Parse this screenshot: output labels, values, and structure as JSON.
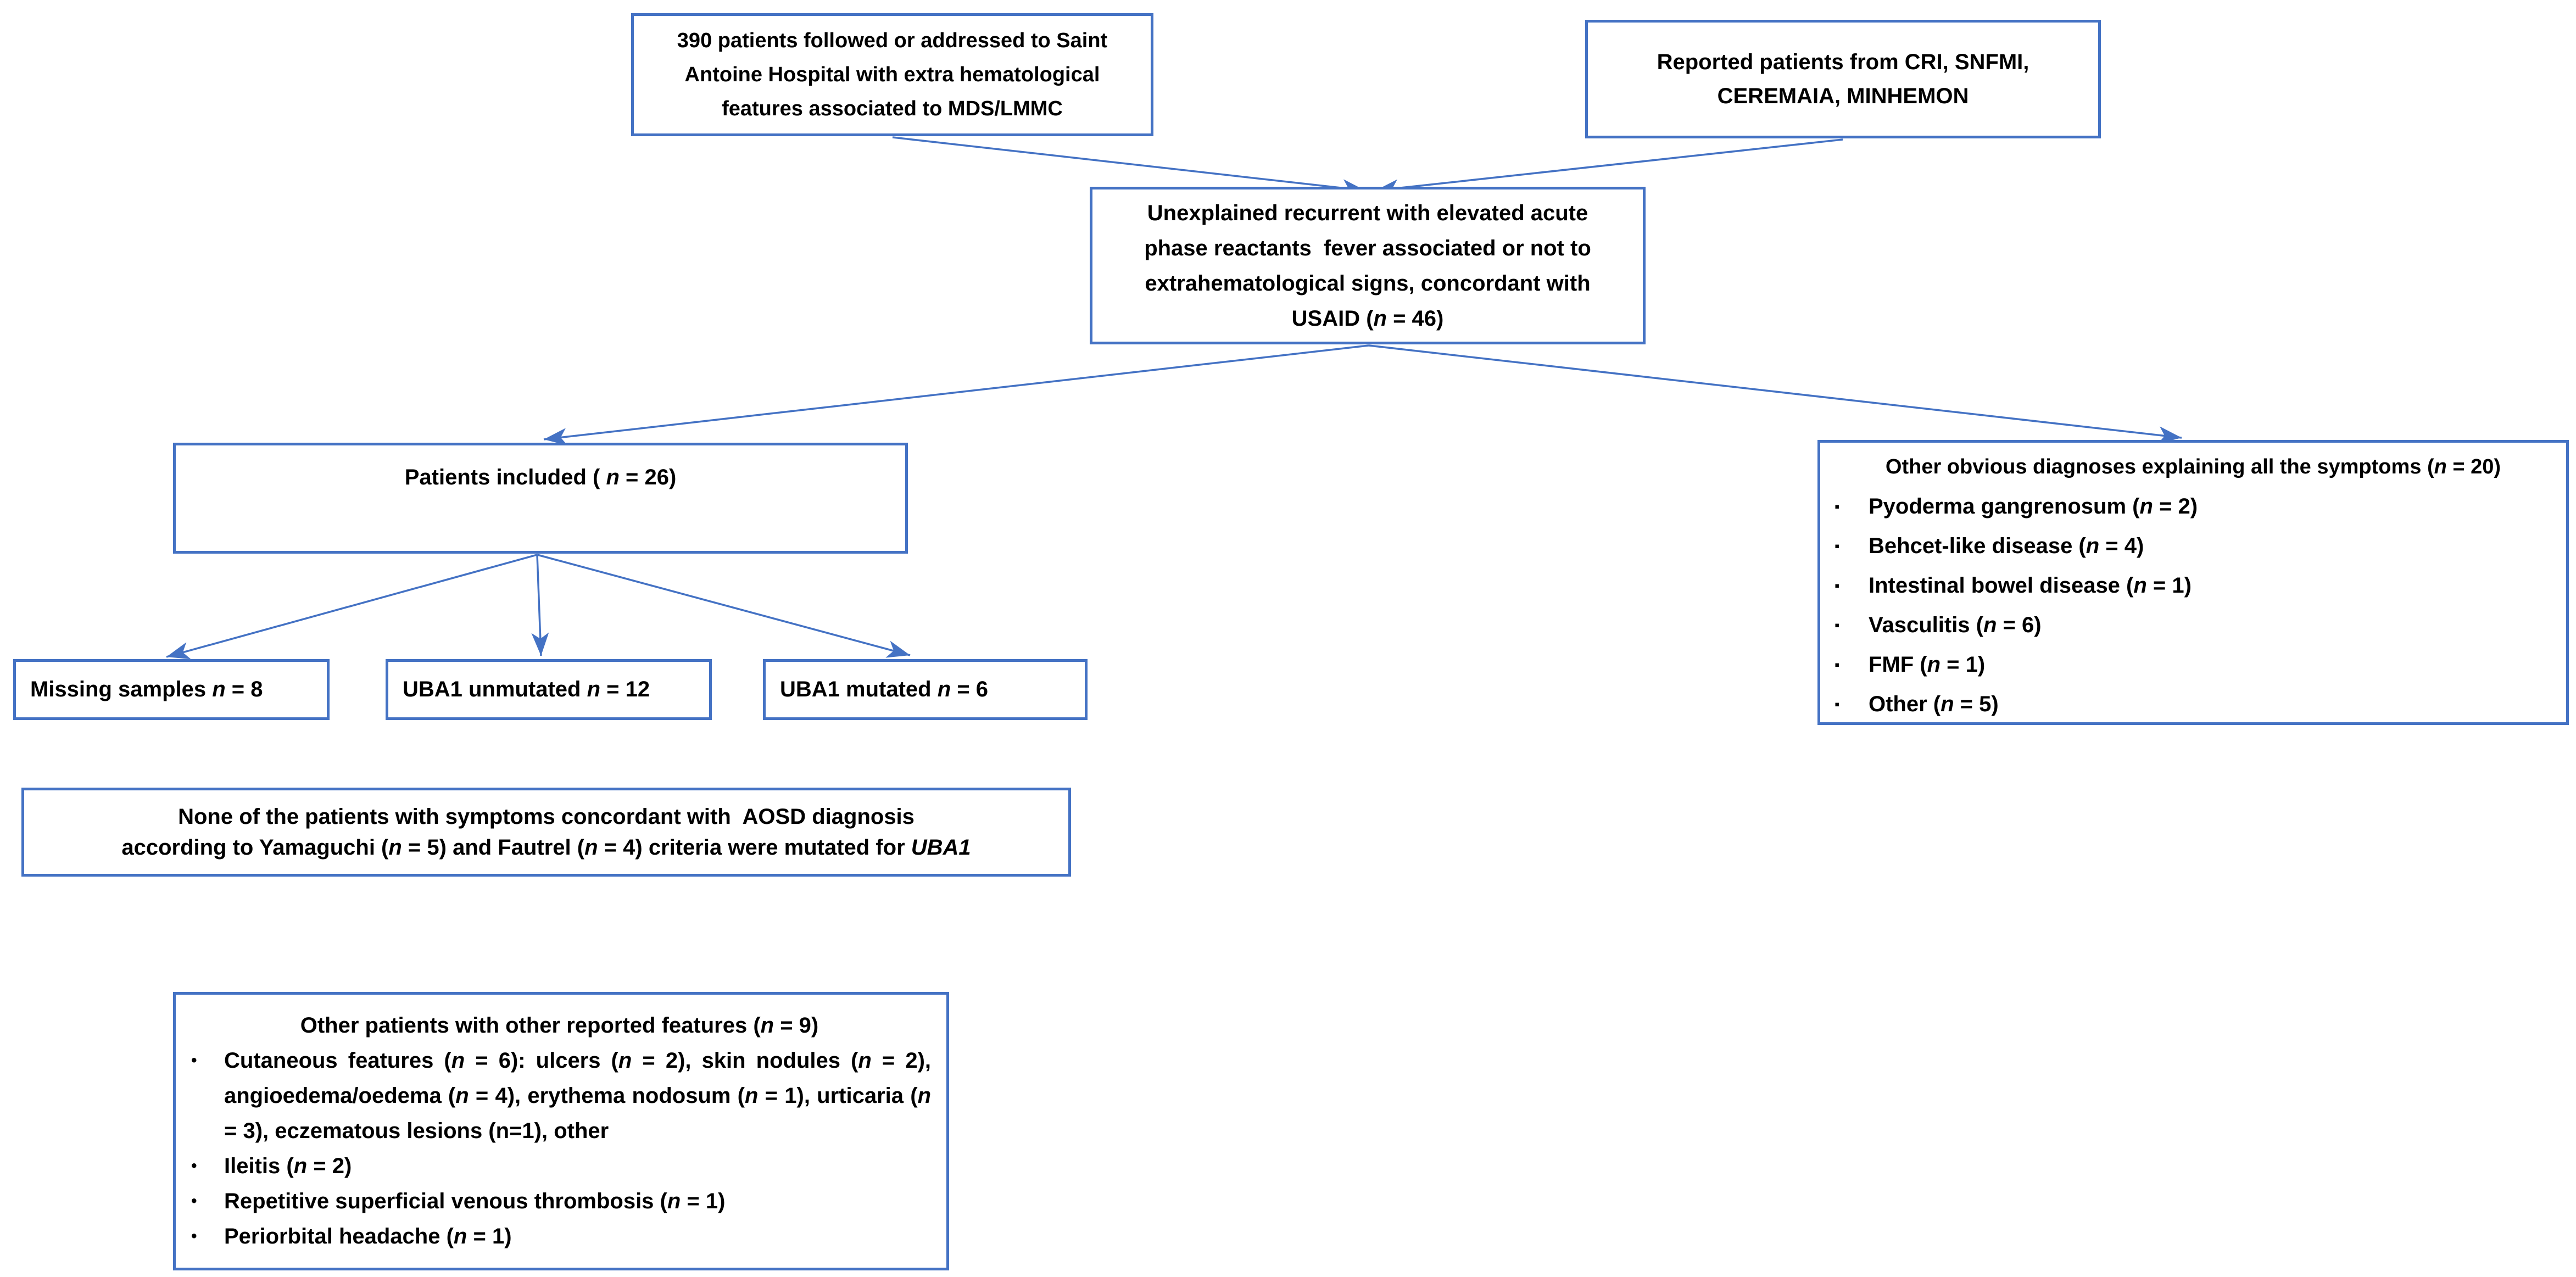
{
  "colors": {
    "accent": "#4472C4",
    "text": "#000000",
    "background": "#FFFFFF"
  },
  "bullets": {
    "square": "▪",
    "round": "•"
  },
  "boxes": {
    "hospital": {
      "lines": [
        "390 patients followed or addressed to Saint",
        "Antoine Hospital with extra hematological",
        "features associated to MDS/LMMC"
      ]
    },
    "registries": {
      "lines": [
        "Reported patients from CRI, SNFMI,",
        "CEREMAIA, MINHEMON"
      ]
    },
    "usaid": {
      "lines": [
        "Unexplained recurrent with elevated acute",
        "phase reactants  fever associated or not to",
        "extrahematological signs, concordant with"
      ],
      "last_line": [
        {
          "t": "USAID ("
        },
        {
          "t": "n",
          "i": true
        },
        {
          "t": " = 46)"
        }
      ]
    },
    "included": {
      "rich": [
        {
          "t": "Patients included ( "
        },
        {
          "t": "n",
          "i": true
        },
        {
          "t": " = 26)"
        }
      ]
    },
    "other_diagnoses": {
      "title": [
        {
          "t": "Other obvious diagnoses explaining all the symptoms ("
        },
        {
          "t": "n",
          "i": true
        },
        {
          "t": " = 20)"
        }
      ],
      "items": [
        [
          {
            "t": "Pyoderma gangrenosum ("
          },
          {
            "t": "n",
            "i": true
          },
          {
            "t": " = 2)"
          }
        ],
        [
          {
            "t": "Behcet-like disease ("
          },
          {
            "t": "n",
            "i": true
          },
          {
            "t": " = 4)"
          }
        ],
        [
          {
            "t": "Intestinal bowel disease ("
          },
          {
            "t": "n",
            "i": true
          },
          {
            "t": " = 1)"
          }
        ],
        [
          {
            "t": "Vasculitis ("
          },
          {
            "t": "n",
            "i": true
          },
          {
            "t": " = 6)"
          }
        ],
        [
          {
            "t": "FMF ("
          },
          {
            "t": "n",
            "i": true
          },
          {
            "t": " = 1)"
          }
        ],
        [
          {
            "t": "Other ("
          },
          {
            "t": "n",
            "i": true
          },
          {
            "t": " = 5)"
          }
        ]
      ]
    },
    "missing": {
      "rich": [
        {
          "t": "Missing samples "
        },
        {
          "t": "n",
          "i": true
        },
        {
          "t": " = 8"
        }
      ]
    },
    "unmutated": {
      "rich": [
        {
          "t": "UBA1 unmutated "
        },
        {
          "t": "n",
          "i": true
        },
        {
          "t": " = 12"
        }
      ]
    },
    "mutated": {
      "rich": [
        {
          "t": "UBA1 mutated "
        },
        {
          "t": "n",
          "i": true
        },
        {
          "t": " = 6"
        }
      ]
    },
    "aosd": {
      "line1": "None of the patients with symptoms concordant with  AOSD diagnosis",
      "line2": [
        {
          "t": "according to Yamaguchi ("
        },
        {
          "t": "n",
          "i": true
        },
        {
          "t": " = 5) and Fautrel ("
        },
        {
          "t": "n",
          "i": true
        },
        {
          "t": " = 4) criteria were mutated for "
        },
        {
          "t": "UBA1",
          "i": true
        }
      ]
    },
    "features": {
      "title": [
        {
          "t": "Other patients with other reported features ("
        },
        {
          "t": "n",
          "i": true
        },
        {
          "t": " = 9)"
        }
      ],
      "items": [
        [
          {
            "t": "Cutaneous features ("
          },
          {
            "t": "n",
            "i": true
          },
          {
            "t": " = 6): ulcers ("
          },
          {
            "t": "n",
            "i": true
          },
          {
            "t": " = 2), skin nodules ("
          },
          {
            "t": "n",
            "i": true
          },
          {
            "t": " =  2), angioedema/oedema ("
          },
          {
            "t": "n",
            "i": true
          },
          {
            "t": " = 4), erythema nodosum ("
          },
          {
            "t": "n",
            "i": true
          },
          {
            "t": " = 1), urticaria ("
          },
          {
            "t": "n",
            "i": true
          },
          {
            "t": " = 3), eczematous lesions (n=1), other"
          }
        ],
        [
          {
            "t": "Ileitis ("
          },
          {
            "t": "n",
            "i": true
          },
          {
            "t": " = 2)"
          }
        ],
        [
          {
            "t": "Repetitive superficial venous thrombosis ("
          },
          {
            "t": "n",
            "i": true
          },
          {
            "t": " = 1)"
          }
        ],
        [
          {
            "t": "Periorbital headache ("
          },
          {
            "t": "n",
            "i": true
          },
          {
            "t": " = 1)"
          }
        ]
      ]
    }
  }
}
